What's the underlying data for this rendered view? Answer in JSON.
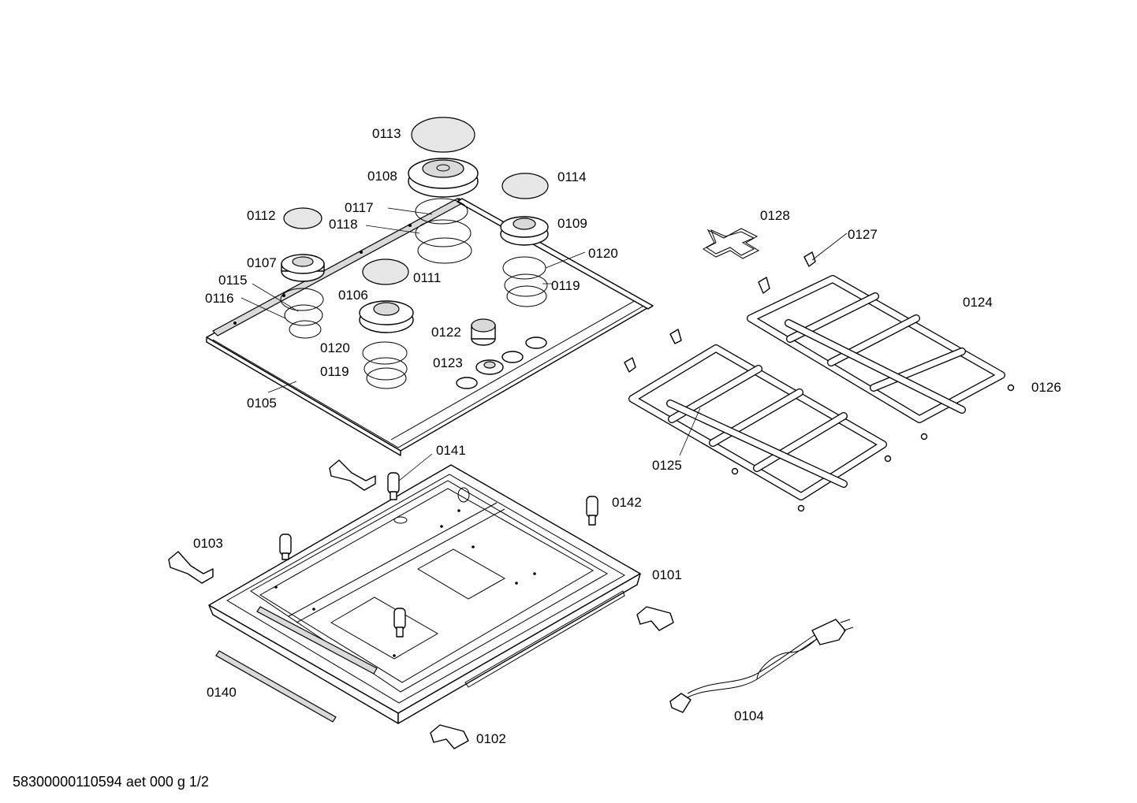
{
  "labels": {
    "l0101": "0101",
    "l0102": "0102",
    "l0103": "0103",
    "l0104": "0104",
    "l0105": "0105",
    "l0106": "0106",
    "l0107": "0107",
    "l0108": "0108",
    "l0109": "0109",
    "l0111": "0111",
    "l0112": "0112",
    "l0113": "0113",
    "l0114": "0114",
    "l0115": "0115",
    "l0116": "0116",
    "l0117": "0117",
    "l0118": "0118",
    "l0119a": "0119",
    "l0119b": "0119",
    "l0120a": "0120",
    "l0120b": "0120",
    "l0122": "0122",
    "l0123": "0123",
    "l0124": "0124",
    "l0125": "0125",
    "l0126": "0126",
    "l0127": "0127",
    "l0128": "0128",
    "l0140": "0140",
    "l0141": "0141",
    "l0142": "0142"
  },
  "footer": "58300000110594 aet 000 g 1/2"
}
